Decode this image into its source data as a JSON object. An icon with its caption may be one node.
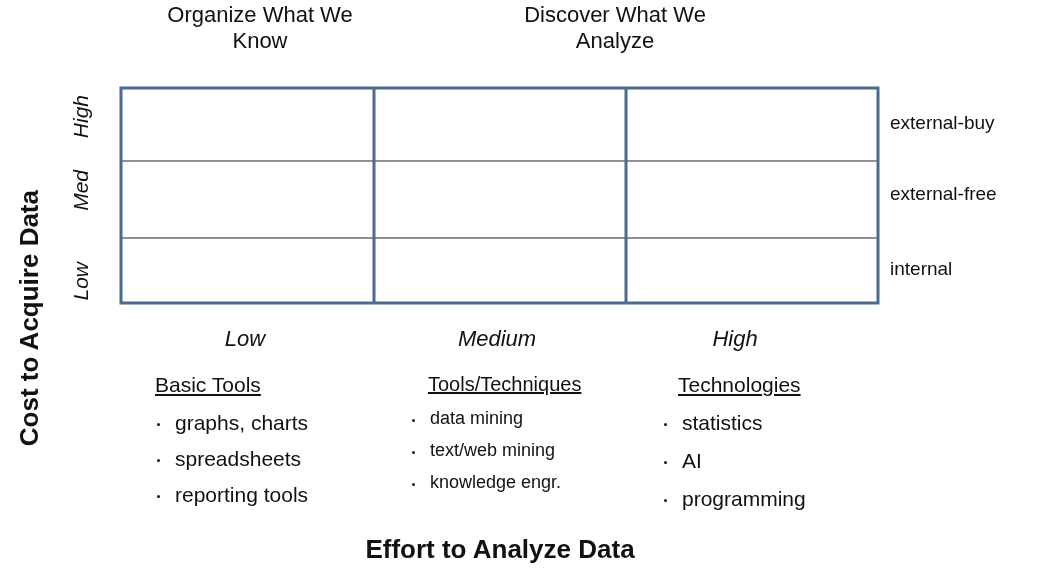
{
  "diagram": {
    "labels": [
      "Organize What We Know",
      "Discover What We Analyze",
      "Cost to Acquire Data",
      "High",
      "Med",
      "Low",
      "external-buy",
      "external-free",
      "internal",
      "Low",
      "Medium",
      "High",
      "Basic Tools",
      "graphs, charts",
      "spreadsheets",
      "reporting tools",
      "Tools/Techniques",
      "data mining",
      "text/web mining",
      "knowledge engr.",
      "Technologies",
      "statistics",
      "AI",
      "programming",
      "Effort to Analyze Data"
    ]
  }
}
